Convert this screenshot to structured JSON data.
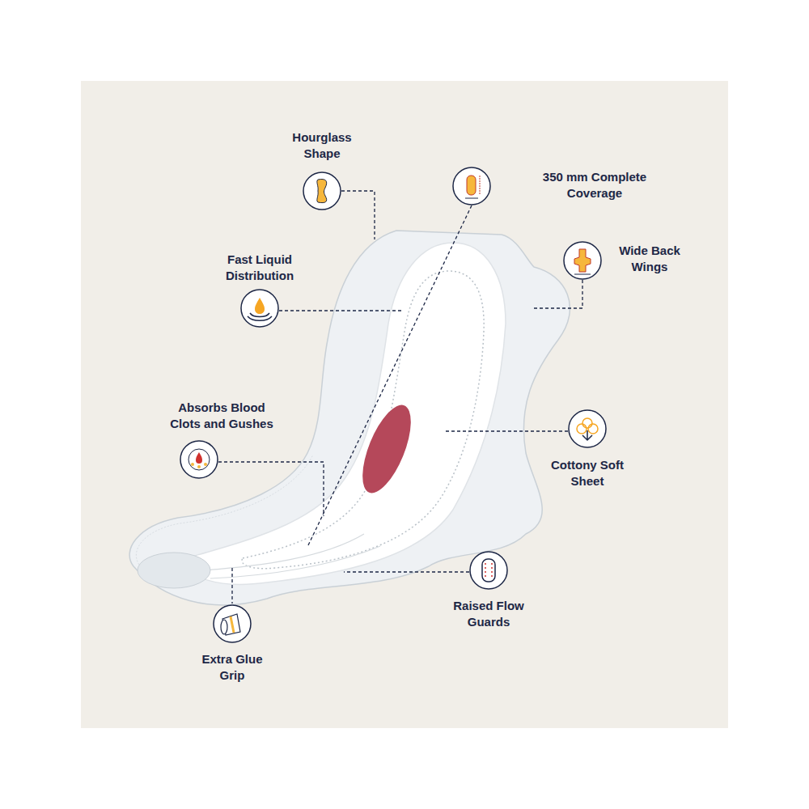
{
  "diagram": {
    "labels": [
      "Hourglass Shape",
      "350 mm Complete Coverage",
      "Wide Back Wings",
      "Fast Liquid Distribution",
      "Absorbs Blood Clots and Gushes",
      "Cottony Soft Sheet",
      "Raised Flow Guards",
      "Extra Glue Grip"
    ]
  }
}
